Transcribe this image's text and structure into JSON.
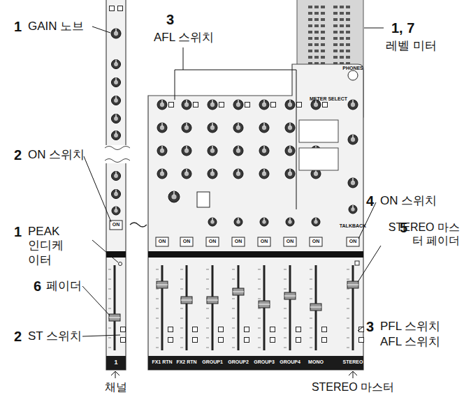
{
  "diagram": {
    "labels": [
      "1",
      "GAIN 노브",
      "3",
      "AFL 스위치",
      "1, 7",
      "레벨 미터",
      "2",
      "ON 스위치",
      "4",
      "ON 스위치",
      "1",
      "PEAK 인디케이터",
      "5",
      "STEREO 마스터 페이더",
      "6",
      "페이더",
      "2",
      "ST 스위치",
      "3",
      "PFL 스위치",
      "AFL 스위치",
      "채널",
      "STEREO 마스터",
      "1",
      "FX1 RTN",
      "FX2 RTN",
      "GROUP1",
      "GROUP2",
      "GROUP3",
      "GROUP4",
      "MONO",
      "STEREO",
      "ON",
      "ON",
      "ON",
      "ON",
      "ON",
      "ON",
      "ON",
      "ON",
      "ON",
      "METER SELECT",
      "PHONES",
      "TALKBACK"
    ]
  }
}
